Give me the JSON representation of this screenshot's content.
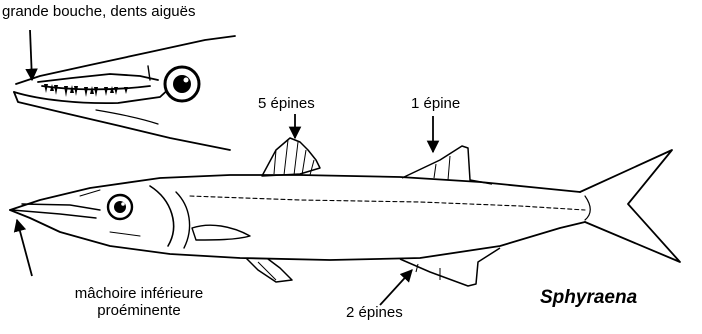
{
  "labels": {
    "mouth": "grande bouche, dents aiguës",
    "five_spines": "5 épines",
    "one_spine": "1 épine",
    "two_spines": "2 épines",
    "jaw_line1": "mâchoire inférieure",
    "jaw_line2": "proéminente",
    "genus": "Sphyraena"
  },
  "colors": {
    "ink": "#000000",
    "paper": "#ffffff"
  }
}
